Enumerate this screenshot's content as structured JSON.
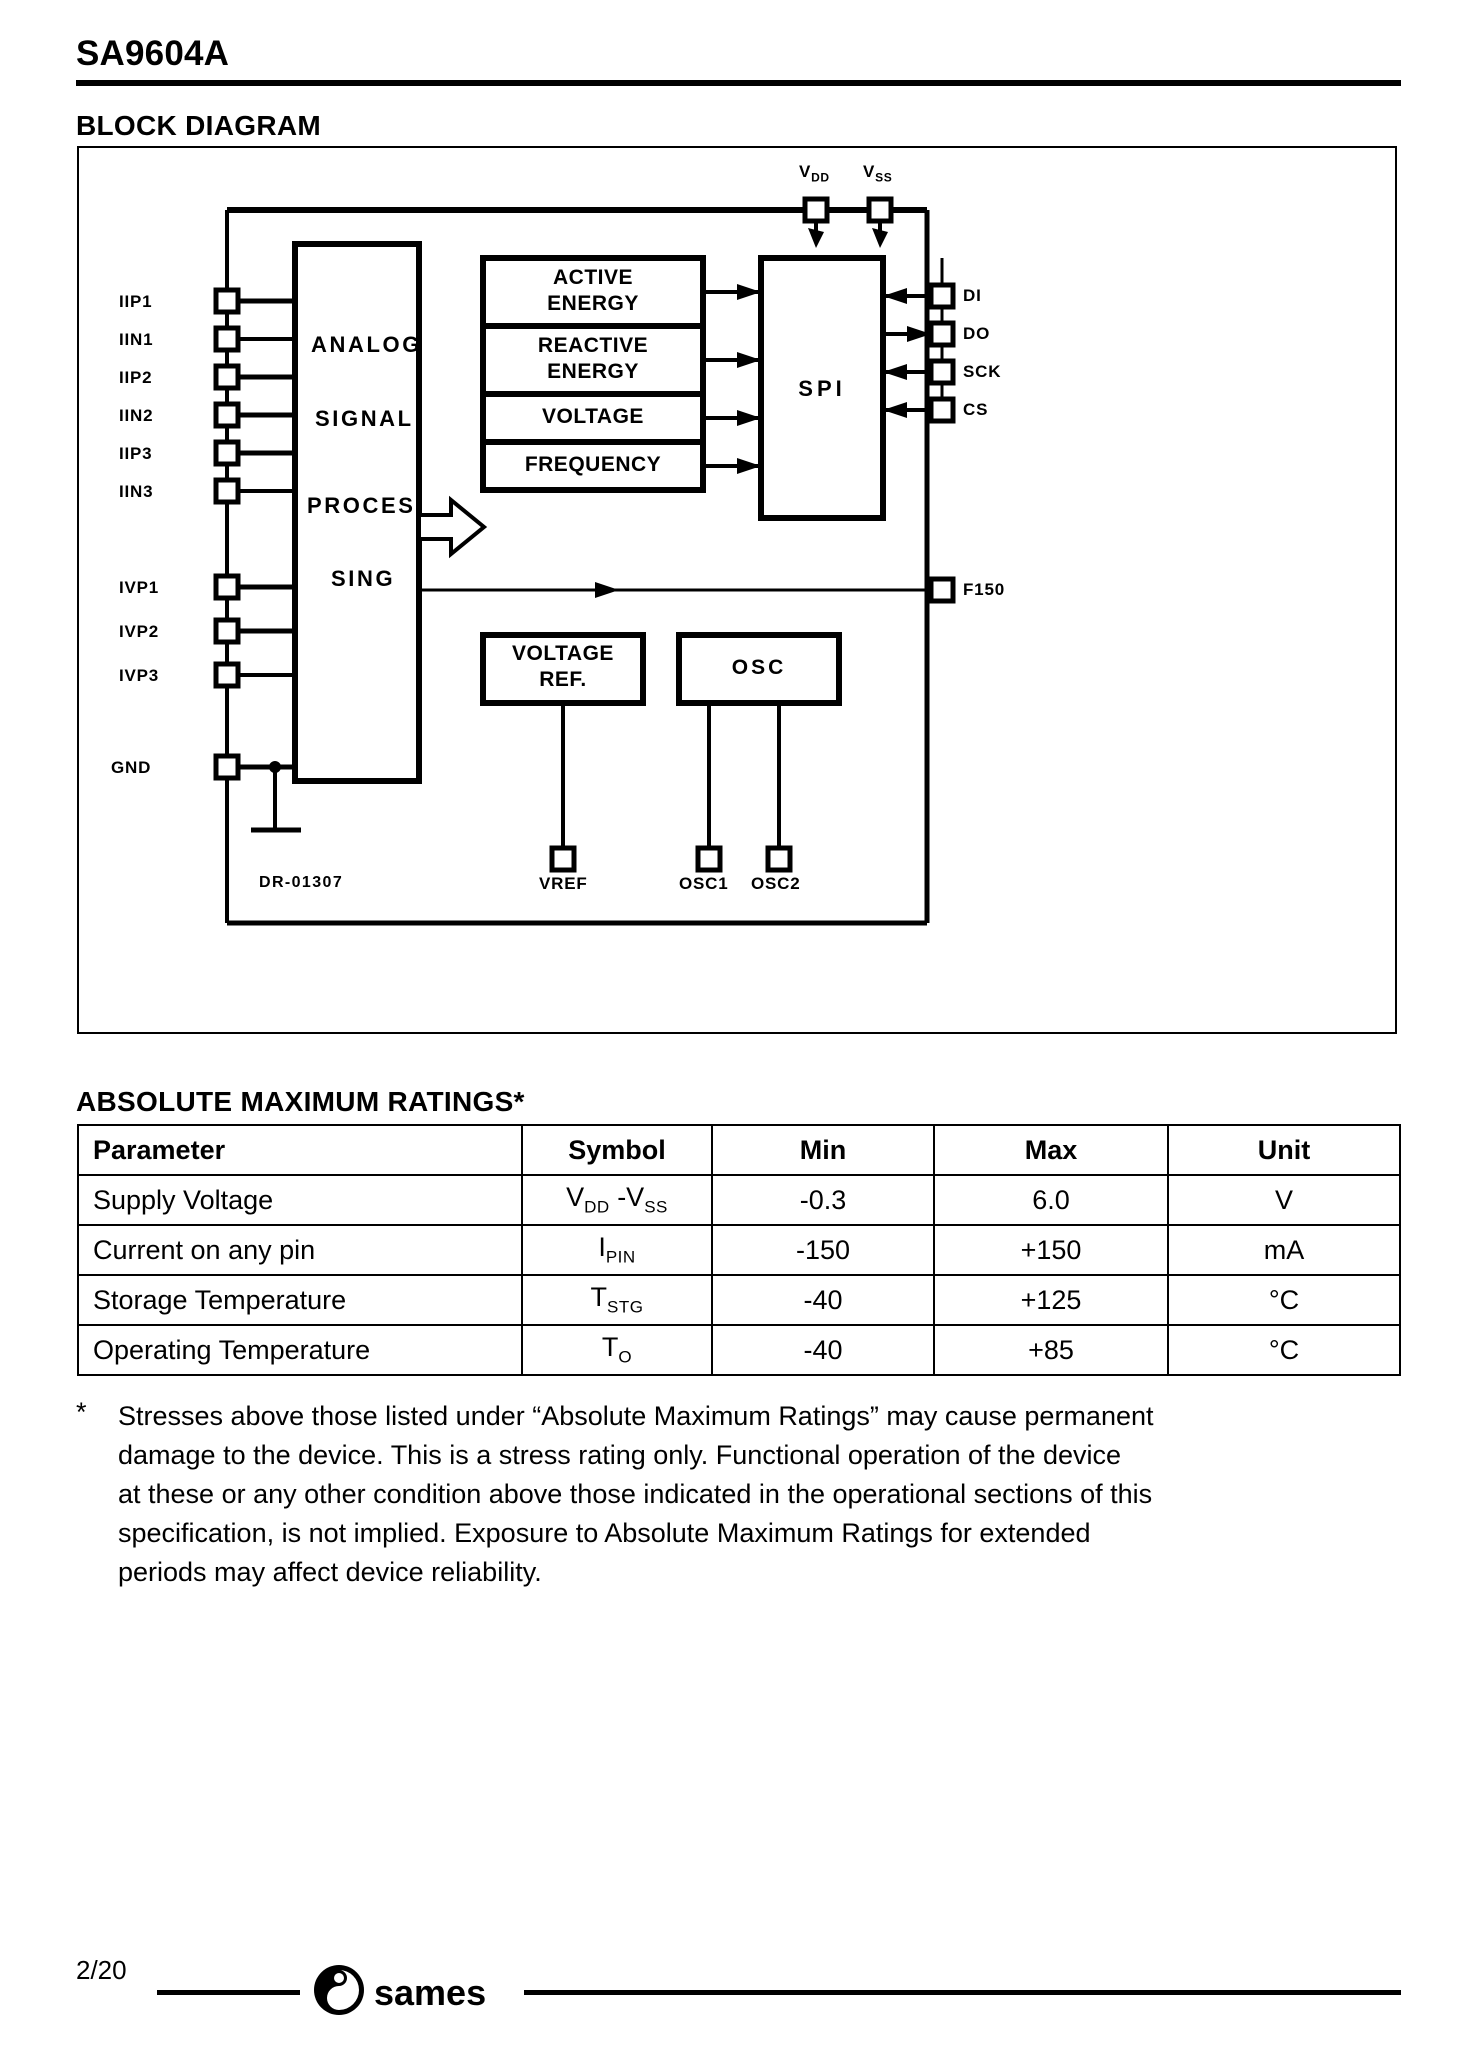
{
  "header": {
    "part_number": "SA9604A"
  },
  "sections": {
    "block_diagram": "BLOCK DIAGRAM",
    "absolute_maximum_ratings": "ABSOLUTE MAXIMUM RATINGS*"
  },
  "block_diagram": {
    "drawing_number": "DR-01307",
    "left_pins": [
      "IIP1",
      "IIN1",
      "IIP2",
      "IIN2",
      "IIP3",
      "IIN3",
      "IVP1",
      "IVP2",
      "IVP3",
      "GND"
    ],
    "right_pins": [
      "DI",
      "DO",
      "SCK",
      "CS"
    ],
    "top_pins": [
      {
        "label": "V",
        "subscript": "DD"
      },
      {
        "label": "V",
        "subscript": "SS"
      }
    ],
    "bottom_pins": [
      "VREF",
      "OSC1",
      "OSC2"
    ],
    "output_pin": "F150",
    "main_block_lines": [
      "ANALOG",
      "SIGNAL",
      "PROCES-",
      "SING"
    ],
    "function_blocks": [
      "ACTIVE ENERGY",
      "REACTIVE ENERGY",
      "VOLTAGE",
      "FREQUENCY"
    ],
    "function_block_lines": [
      [
        "ACTIVE",
        "ENERGY"
      ],
      [
        "REACTIVE",
        "ENERGY"
      ],
      [
        "VOLTAGE"
      ],
      [
        "FREQUENCY"
      ]
    ],
    "spi_block": "SPI",
    "voltage_ref_lines": [
      "VOLTAGE",
      "REF."
    ],
    "osc_block": "OSC"
  },
  "ratings_table": {
    "columns": [
      "Parameter",
      "Symbol",
      "Min",
      "Max",
      "Unit"
    ],
    "rows": [
      {
        "parameter": "Supply Voltage",
        "symbol_html": "V<sub>DD</sub> -V<sub>SS</sub>",
        "symbol_text": "VDD -VSS",
        "min": "-0.3",
        "max": "6.0",
        "unit": "V"
      },
      {
        "parameter": "Current on any pin",
        "symbol_html": "I<sub>PIN</sub>",
        "symbol_text": "IPIN",
        "min": "-150",
        "max": "+150",
        "unit": "mA"
      },
      {
        "parameter": "Storage Temperature",
        "symbol_html": "T<sub>STG</sub>",
        "symbol_text": "TSTG",
        "min": "-40",
        "max": "+125",
        "unit": "°C"
      },
      {
        "parameter": "Operating Temperature",
        "symbol_html": "T<sub>O</sub>",
        "symbol_text": "TO",
        "min": "-40",
        "max": "+85",
        "unit": "°C"
      }
    ]
  },
  "footnote": {
    "marker": "*",
    "lines": [
      "Stresses above those listed under “Absolute Maximum Ratings” may cause permanent",
      "damage to the device.  This is a stress rating only.  Functional operation of the device",
      "at these or any other condition above those indicated in the operational sections of this",
      "specification, is not implied.  Exposure to Absolute Maximum Ratings for extended",
      "periods may affect device reliability."
    ]
  },
  "footer": {
    "page_number": "2/20",
    "logo_text": "sames"
  }
}
